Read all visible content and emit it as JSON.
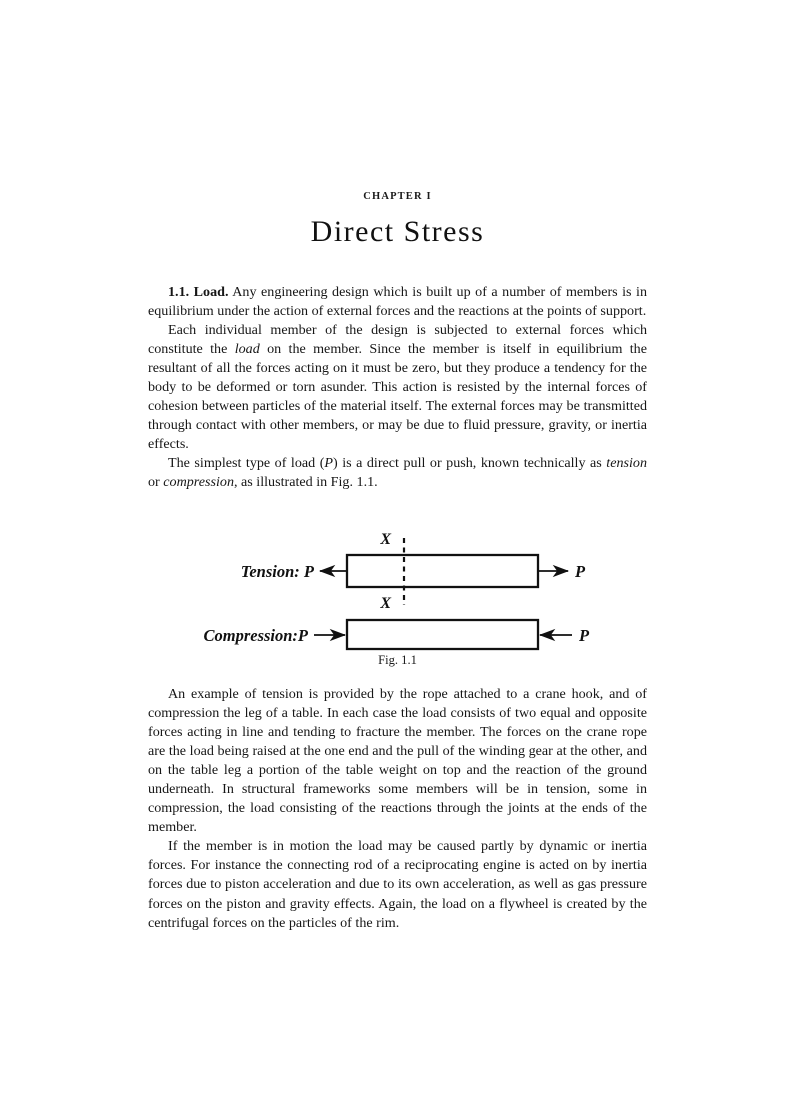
{
  "page": {
    "background": "#ffffff",
    "ink": "#161616"
  },
  "heading": {
    "chapter_label": "CHAPTER I",
    "title": "Direct Stress"
  },
  "body": {
    "section_number": "1.1.",
    "section_name": "Load.",
    "paragraph_1_rest": " Any engineering design which is built up of a number of members is in equilibrium under the action of external forces and the reactions at the points of support.",
    "paragraph_2_a": "Each individual member of the design is subjected to external forces which constitute the ",
    "paragraph_2_italic_1": "load",
    "paragraph_2_b": " on the member. Since the member is itself in equilibrium the resultant of all the forces acting on it must be zero, but they produce a tendency for the body to be deformed or torn asunder. This action is resisted by the internal forces of cohesion between particles of the material itself. The external forces may be transmitted through contact with other members, or may be due to fluid pressure, gravity, or inertia effects.",
    "paragraph_3_a": "The simplest type of load (",
    "paragraph_3_italic_P": "P",
    "paragraph_3_b": ") is a direct pull or push, known technically as ",
    "paragraph_3_italic_1": "tension",
    "paragraph_3_c": " or ",
    "paragraph_3_italic_2": "compression",
    "paragraph_3_d": ", as illustrated in Fig. 1.1.",
    "paragraph_4": "An example of tension is provided by the rope attached to a crane hook, and of compression the leg of a table. In each case the load consists of two equal and opposite forces acting in line and tending to fracture the member. The forces on the crane rope are the load being raised at the one end and the pull of the winding gear at the other, and on the table leg a portion of the table weight on top and the reaction of the ground underneath. In structural frameworks some members will be in tension, some in compression, the load consisting of the reactions through the joints at the ends of the member.",
    "paragraph_5": "If the member is in motion the load may be caused partly by dynamic or inertia forces. For instance the connecting rod of a reciprocating engine is acted on by inertia forces due to piston acceleration and due to its own acceleration, as well as gas pressure forces on the piston and gravity effects. Again, the load on a flywheel is created by the centrifugal forces on the particles of the rim."
  },
  "figure": {
    "caption": "Fig. 1.1",
    "tension_label": "Tension: P",
    "tension_force_right": "P",
    "compression_label": "Compression:P",
    "compression_force_right": "P",
    "section_mark_top": "X",
    "section_mark_bottom": "X"
  }
}
